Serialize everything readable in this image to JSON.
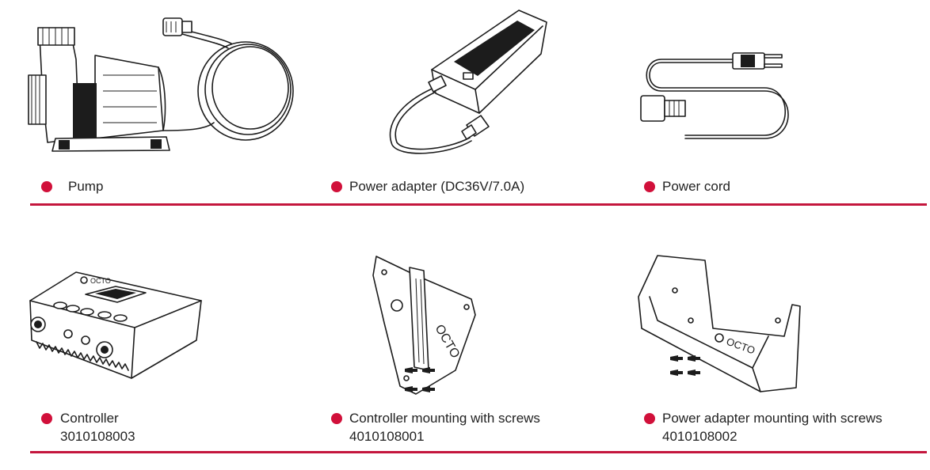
{
  "colors": {
    "accent": "#d1103a",
    "rule": "#c4163d"
  },
  "items": [
    {
      "label": "Pump",
      "code": ""
    },
    {
      "label": "Power adapter (DC36V/7.0A)",
      "code": ""
    },
    {
      "label": "Power cord",
      "code": ""
    },
    {
      "label": "Controller",
      "code": "3010108003"
    },
    {
      "label": "Controller mounting with screws",
      "code": "4010108001"
    },
    {
      "label": "Power adapter mounting with screws",
      "code": "4010108002"
    }
  ],
  "icons": [
    "pump-illustration",
    "power-adapter-illustration",
    "power-cord-illustration",
    "controller-illustration",
    "controller-mount-illustration",
    "adapter-mount-illustration"
  ],
  "controller_brand": "OCTO"
}
